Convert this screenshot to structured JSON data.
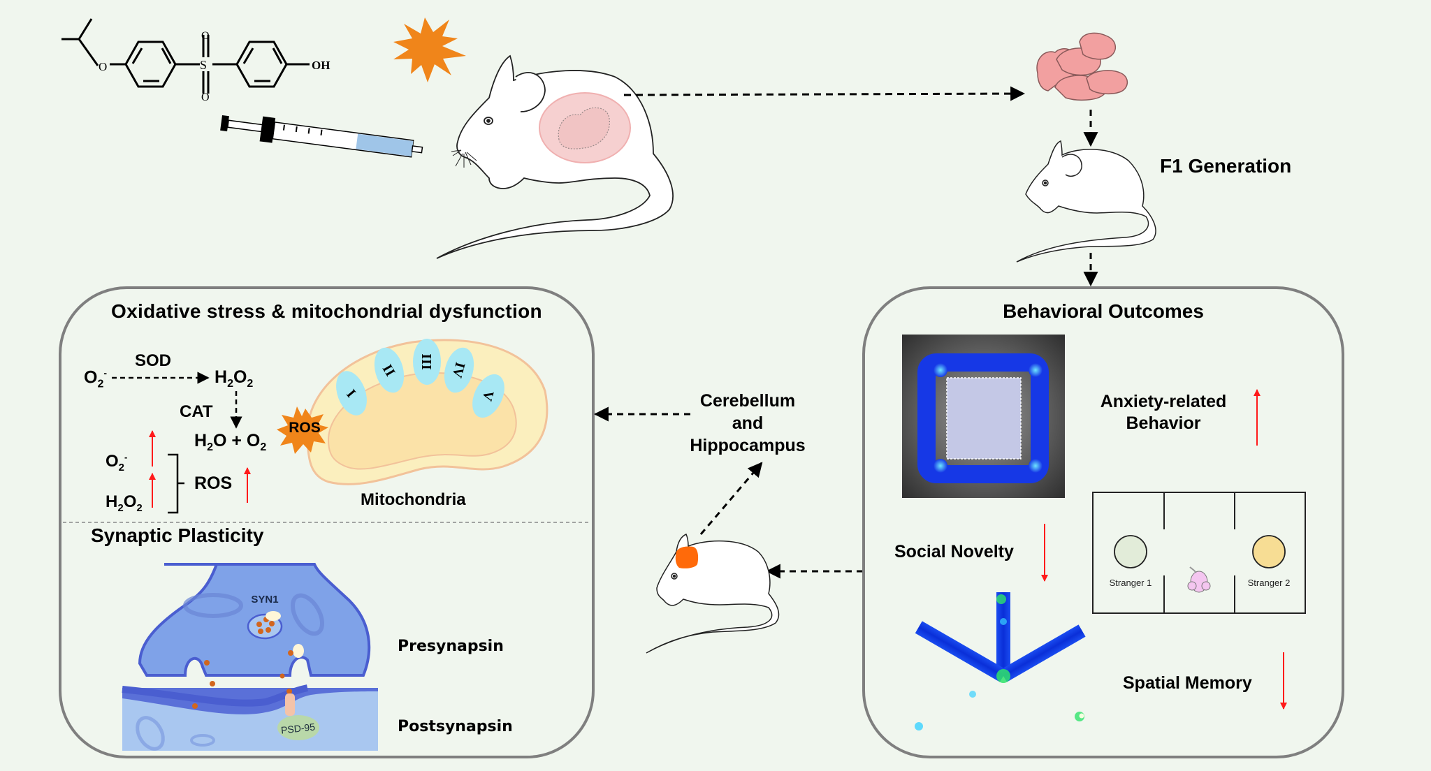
{
  "figure": {
    "background": "#f0f6ee",
    "panel_border": "#7f7f7f",
    "accent_orange": "#f0851a",
    "arrow_red": "#ff1a1a"
  },
  "compound": {
    "labels": {
      "oxygen_ether": "O",
      "sulfur": "S",
      "sulfonyl_o_top": "O",
      "sulfonyl_o_bottom": "O",
      "hydroxyl": "OH"
    }
  },
  "top_flow": {
    "f1_label": "F1 Generation"
  },
  "oxidative_panel": {
    "title": "Oxidative stress & mitochondrial dysfunction",
    "reaction": {
      "substrate": "O2-",
      "substrate_main": "O",
      "substrate_sub": "2",
      "substrate_sup": "-",
      "enzyme1": "SOD",
      "product1_parts": [
        "H",
        "2",
        "O",
        "2"
      ],
      "enzyme2": "CAT",
      "product2_parts": [
        "H",
        "2",
        "O + O",
        "2"
      ]
    },
    "ros_summary": {
      "items": [
        {
          "main": "O",
          "sub": "2",
          "sup": "-",
          "trend": "up"
        },
        {
          "main": "H",
          "sub": "2",
          "main2": "O",
          "sub2": "2",
          "trend": "up"
        }
      ],
      "group_label": "ROS",
      "group_trend": "up"
    },
    "ros_burst_label": "ROS",
    "complexes": [
      "I",
      "II",
      "III",
      "IV",
      "V"
    ],
    "mito_label": "Mitochondria"
  },
  "synaptic_panel": {
    "title": "Synaptic Plasticity",
    "syn1_label": "SYN1",
    "psd95_label": "PSD-95",
    "presynapsin_label": "Presynapsin",
    "postsynapsin_label": "Postsynapsin"
  },
  "brain_regions": {
    "line1": "Cerebellum",
    "line2": "and",
    "line3": "Hippocampus"
  },
  "behavior_panel": {
    "title": "Behavioral Outcomes",
    "outcomes": [
      {
        "label_line1": "Anxiety-related",
        "label_line2": "Behavior",
        "trend": "up"
      },
      {
        "label": "Social Novelty",
        "trend": "down"
      },
      {
        "label": "Spatial Memory",
        "trend": "down"
      }
    ],
    "three_chamber": {
      "stranger1": "Stranger 1",
      "stranger2": "Stranger 2",
      "stranger1_color": "#e2ecd9",
      "stranger2_color": "#f7dd94"
    }
  }
}
